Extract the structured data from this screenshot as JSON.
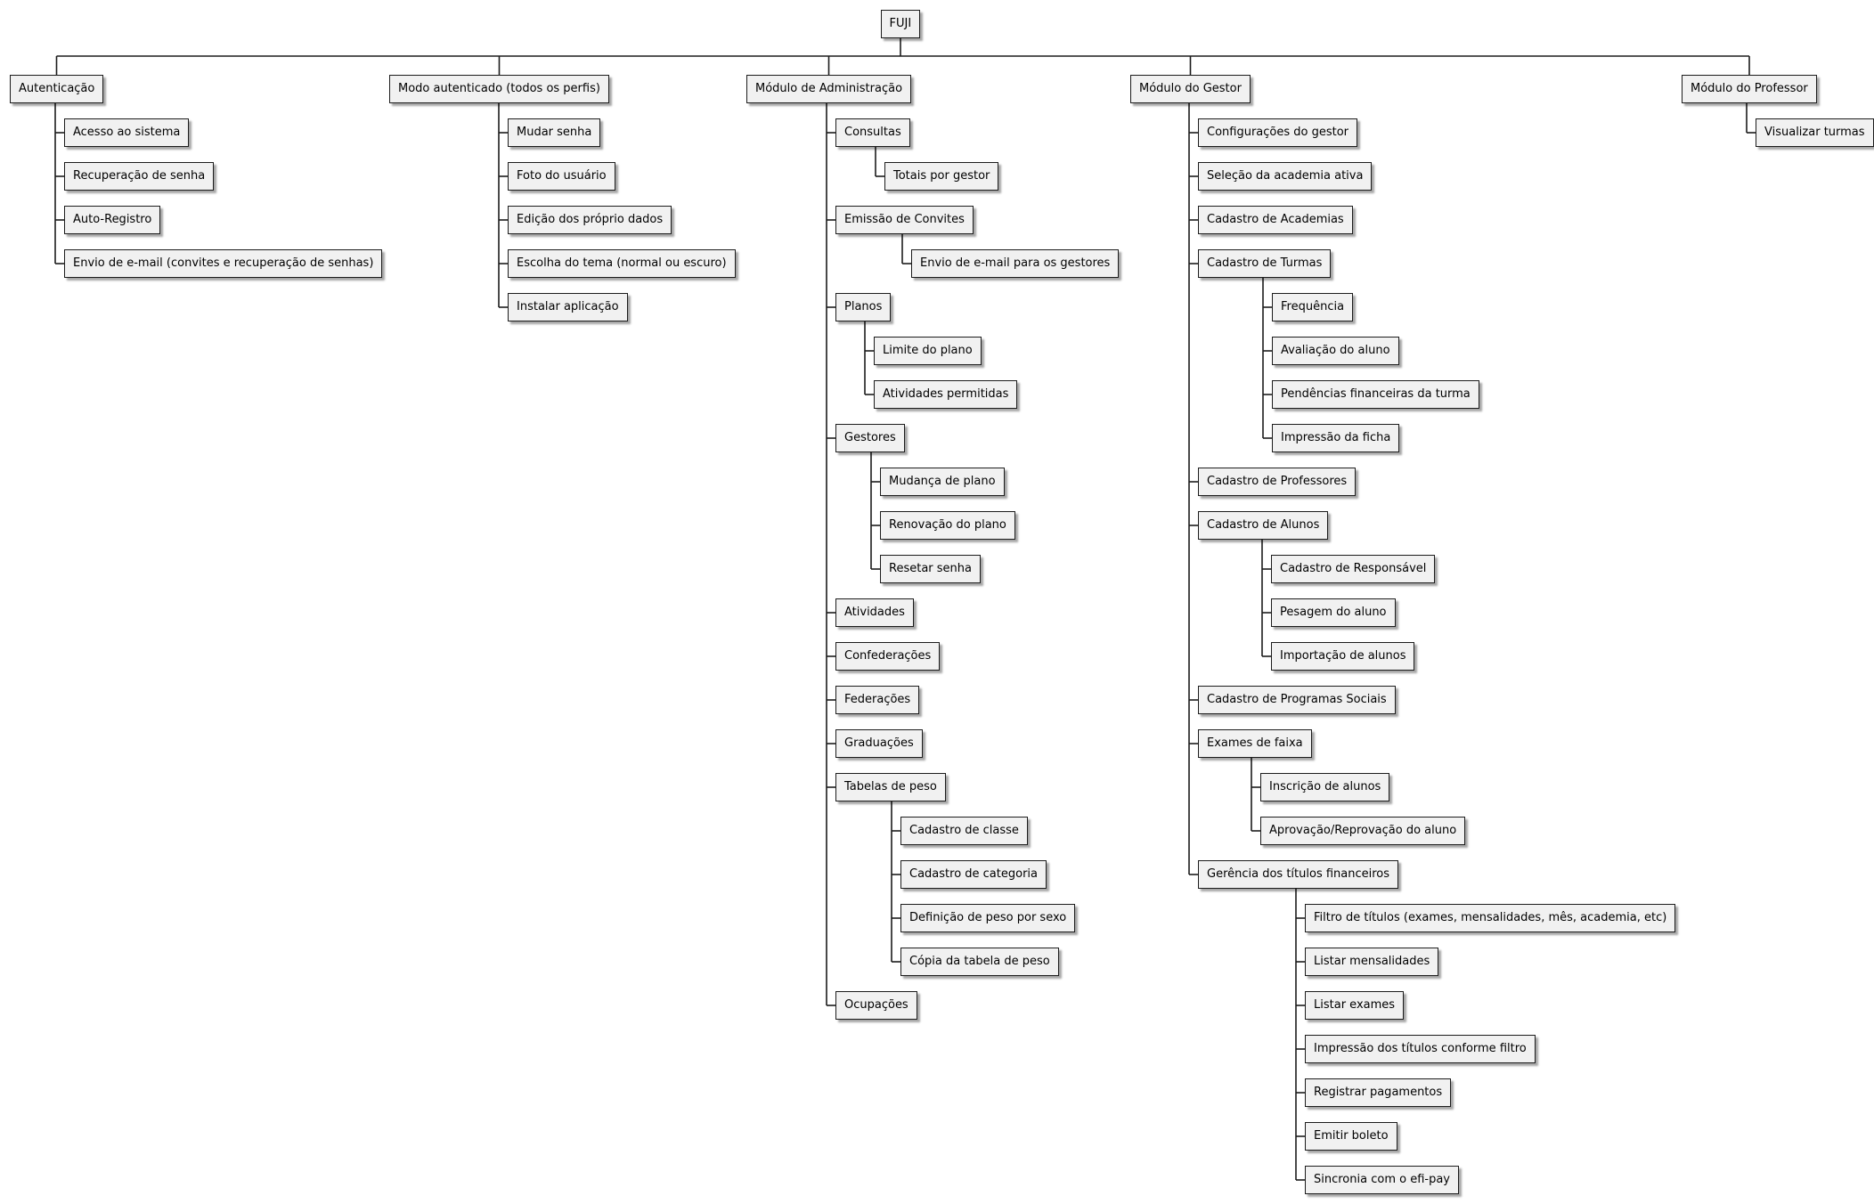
{
  "colors": {
    "box_fill": "#f1f1f1",
    "box_border": "#1c1c1c",
    "connector": "#1c1c1c"
  },
  "root": {
    "label": "FUJI",
    "children": [
      {
        "label": "Autenticação",
        "children": [
          {
            "label": "Acesso ao sistema"
          },
          {
            "label": "Recuperação de senha"
          },
          {
            "label": "Auto-Registro"
          },
          {
            "label": "Envio de e-mail (convites e recuperação de senhas)"
          }
        ]
      },
      {
        "label": "Modo autenticado (todos os perfis)",
        "children": [
          {
            "label": "Mudar senha"
          },
          {
            "label": "Foto do usuário"
          },
          {
            "label": "Edição dos próprio dados"
          },
          {
            "label": "Escolha do tema (normal ou escuro)"
          },
          {
            "label": "Instalar aplicação"
          }
        ]
      },
      {
        "label": "Módulo de Administração",
        "children": [
          {
            "label": "Consultas",
            "children": [
              {
                "label": "Totais por gestor"
              }
            ]
          },
          {
            "label": "Emissão de Convites",
            "children": [
              {
                "label": "Envio de e-mail para os gestores"
              }
            ]
          },
          {
            "label": "Planos",
            "children": [
              {
                "label": "Limite do plano"
              },
              {
                "label": "Atividades permitidas"
              }
            ]
          },
          {
            "label": "Gestores",
            "children": [
              {
                "label": "Mudança de plano"
              },
              {
                "label": "Renovação do plano"
              },
              {
                "label": "Resetar senha"
              }
            ]
          },
          {
            "label": "Atividades"
          },
          {
            "label": "Confederações"
          },
          {
            "label": "Federações"
          },
          {
            "label": "Graduações"
          },
          {
            "label": "Tabelas de peso",
            "children": [
              {
                "label": "Cadastro de classe"
              },
              {
                "label": "Cadastro de categoria"
              },
              {
                "label": "Definição de peso por sexo"
              },
              {
                "label": "Cópia da tabela de peso"
              }
            ]
          },
          {
            "label": "Ocupações"
          }
        ]
      },
      {
        "label": "Módulo do Gestor",
        "children": [
          {
            "label": "Configurações do gestor"
          },
          {
            "label": "Seleção da academia ativa"
          },
          {
            "label": "Cadastro de Academias"
          },
          {
            "label": "Cadastro de Turmas",
            "children": [
              {
                "label": "Frequência"
              },
              {
                "label": "Avaliação do aluno"
              },
              {
                "label": "Pendências financeiras da turma"
              },
              {
                "label": "Impressão da ficha"
              }
            ]
          },
          {
            "label": "Cadastro de Professores"
          },
          {
            "label": "Cadastro de Alunos",
            "children": [
              {
                "label": "Cadastro de Responsável"
              },
              {
                "label": "Pesagem do aluno"
              },
              {
                "label": "Importação de alunos"
              }
            ]
          },
          {
            "label": "Cadastro de Programas Sociais"
          },
          {
            "label": "Exames de faixa",
            "children": [
              {
                "label": "Inscrição de alunos"
              },
              {
                "label": "Aprovação/Reprovação do aluno"
              }
            ]
          },
          {
            "label": "Gerência dos títulos financeiros",
            "children": [
              {
                "label": "Filtro de títulos (exames, mensalidades, mês, academia, etc)"
              },
              {
                "label": "Listar mensalidades"
              },
              {
                "label": "Listar exames"
              },
              {
                "label": "Impressão dos títulos conforme filtro"
              },
              {
                "label": "Registrar pagamentos"
              },
              {
                "label": "Emitir boleto"
              },
              {
                "label": "Sincronia com o efi-pay"
              }
            ]
          }
        ]
      },
      {
        "label": "Módulo do Professor",
        "children": [
          {
            "label": "Visualizar turmas"
          }
        ]
      }
    ]
  }
}
